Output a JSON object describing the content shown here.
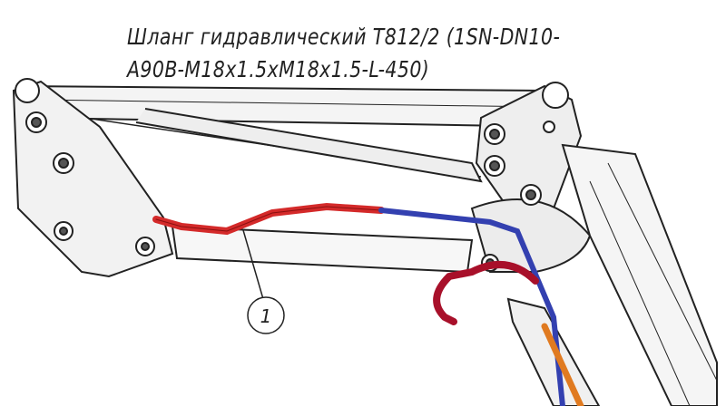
{
  "title": {
    "line1": "Шланг гидравлический T812/2 (1SN-DN10-",
    "line2": "A90B-M18x1.5xM18x1.5-L-450)"
  },
  "callout": {
    "number": "1"
  },
  "colors": {
    "hose_red": "#d42a2a",
    "hose_blue": "#3340b0",
    "hose_dark_red": "#a8102a",
    "orange": "#e07a20",
    "line": "#222222"
  }
}
